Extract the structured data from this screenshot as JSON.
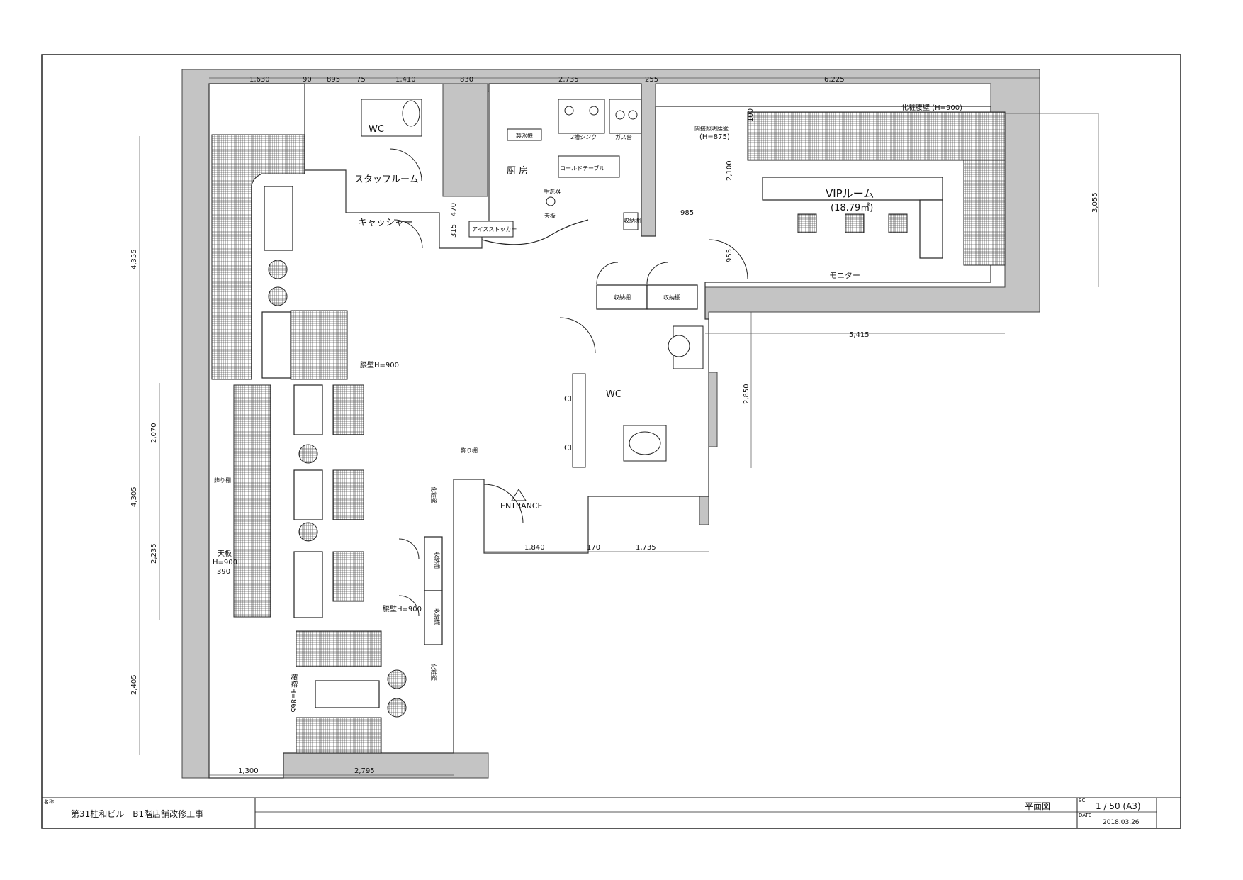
{
  "title_block": {
    "name_label": "名称",
    "project_name": "第31桂和ビル　B1階店舗改修工事",
    "drawing_title": "平面図",
    "scale_label": "SC",
    "scale": "1 / 50 (A3)",
    "date_label": "DATE",
    "date": "2018.03.26"
  },
  "rooms": {
    "wc_top": "WC",
    "staff_room": "スタッフルーム",
    "kitchen": "厨 房",
    "cashier": "キャッシャー",
    "vip_room": "VIPルーム",
    "vip_area": "(18.79㎡)",
    "wc_right": "WC",
    "entrance": "ENTRANCE",
    "monitor": "モニター"
  },
  "fixtures": {
    "ice_maker": "製氷機",
    "sink": "2槽シンク",
    "gas": "ガス台",
    "cold_table": "コールドテーブル",
    "hand_wash": "手洗器",
    "counter_top_k": "天板",
    "ice_stocker": "アイスストッカー",
    "storage_k": "収納棚",
    "storage_1": "収納棚",
    "storage_2": "収納棚",
    "storage_3": "収納棚",
    "storage_4": "収納棚",
    "deco_shelf_1": "飾り棚",
    "deco_shelf_2": "飾り棚",
    "makeup_wall_top": "化粧腰壁 (H=900)",
    "indirect_light": "間接照明腰壁",
    "indirect_light_h": "(H=875)",
    "cl_1": "CL",
    "cl_2": "CL",
    "waist_1": "腰壁H=900",
    "waist_2": "腰壁H=900",
    "waist_3": "腰壁H=865",
    "counter_top": "天板",
    "counter_h": "H=900",
    "counter_w": "390",
    "makeup_1": "化粧壁",
    "makeup_2": "化粧壁"
  },
  "dimensions": {
    "top": [
      "1,630",
      "90",
      "895",
      "75",
      "1,410",
      "830",
      "2,735",
      "255",
      "6,225"
    ],
    "left": [
      "4,355",
      "2,070",
      "4,305",
      "2,235",
      "2,405"
    ],
    "bottom": [
      "1,300",
      "2,795"
    ],
    "entrance": [
      "1,840",
      "170",
      "1,735"
    ],
    "right": [
      "3,055"
    ],
    "vip_w": "5,415",
    "wc_h": "2,850",
    "d_470": "470",
    "d_315": "315",
    "d_985": "985",
    "d_2100": "2,100",
    "d_100": "100",
    "d_955": "955"
  }
}
